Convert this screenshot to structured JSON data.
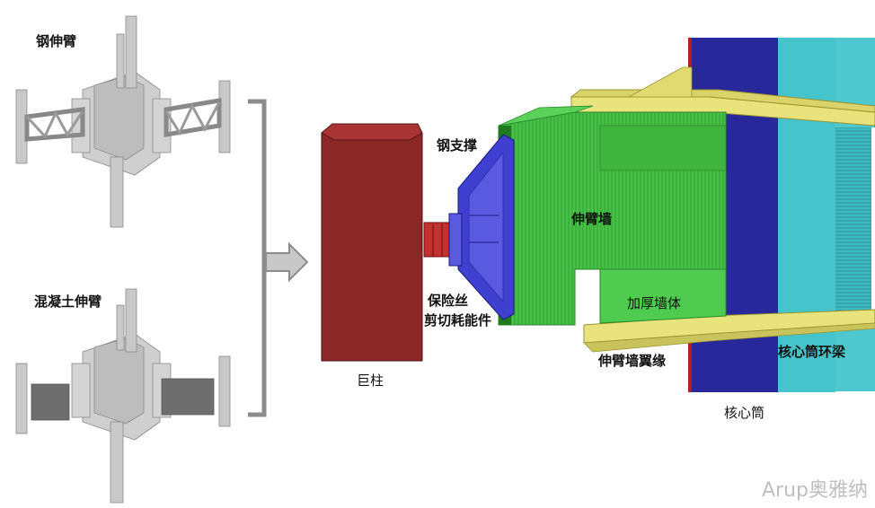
{
  "labels": {
    "steel_outrigger": "钢伸臂",
    "concrete_outrigger": "混凝土伸臂",
    "steel_brace": "钢支撑",
    "outrigger_wall": "伸臂墙",
    "thickened_wall": "加厚墙体",
    "fuse_line1": "保险丝",
    "fuse_line2": "剪切耗能件",
    "mega_column": "巨柱",
    "outrigger_wall_flange": "伸臂墙翼缘",
    "core_ring_beam": "核心筒环梁",
    "core_tube": "核心筒"
  },
  "watermark": "Arup奥雅纳",
  "colors": {
    "mega_column": "#8b2a2a",
    "steel_brace": "#3f3fd0",
    "outrigger_wall": "#45c245",
    "flange": "#e6e07a",
    "core_tube": "#2a2a9a",
    "ring_beam": "#4fc8cc",
    "model_grey": "#c8c8c8"
  }
}
